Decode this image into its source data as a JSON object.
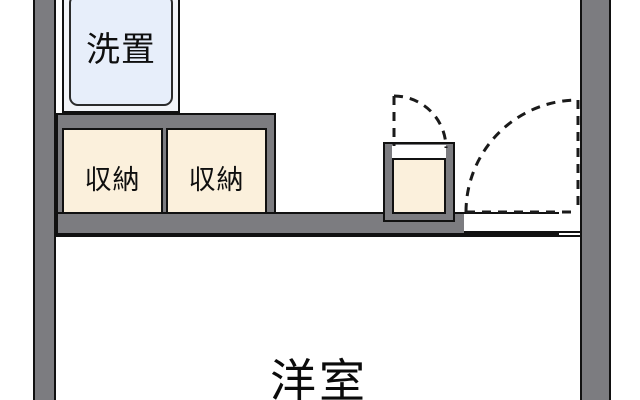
{
  "plan": {
    "title": "apartment-floor-plan",
    "rooms": [
      {
        "id": "washer-space",
        "label": "洗置",
        "fill": "#e7eefa"
      },
      {
        "id": "closet-left",
        "label": "収納",
        "fill": "#fbf0dc"
      },
      {
        "id": "closet-right",
        "label": "収納",
        "fill": "#fbf0dc"
      },
      {
        "id": "main-room",
        "label": "洋室",
        "fill": "#ffffff"
      }
    ],
    "colors": {
      "wall": "#7c7c80",
      "outline": "#111111",
      "closet_fill": "#fbf0dc",
      "washer_fill": "#e7eefa",
      "floor": "#ffffff"
    },
    "doors": [
      {
        "id": "alcove-door",
        "type": "swing",
        "radius": 52
      },
      {
        "id": "entry-door",
        "type": "swing",
        "radius": 112
      },
      {
        "id": "closet-doors",
        "type": "sliding"
      }
    ],
    "labels": {
      "washer": "洗置",
      "closet_left": "収納",
      "closet_right": "収納",
      "main_room": "洋室"
    }
  }
}
